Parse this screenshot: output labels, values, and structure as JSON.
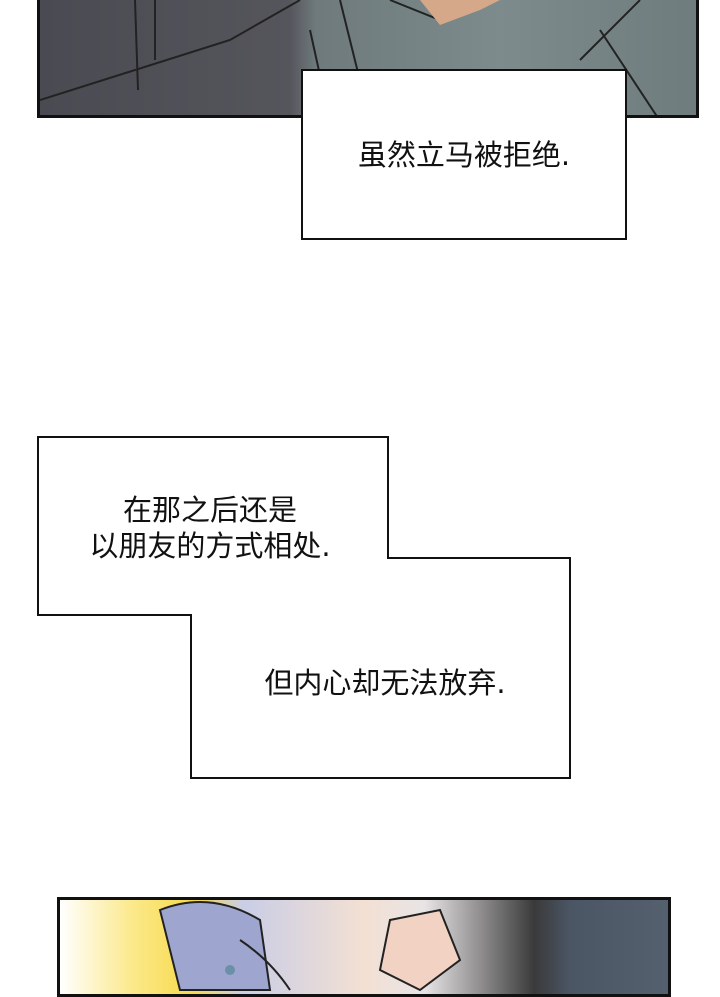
{
  "captions": {
    "first": "虽然立马被拒绝.",
    "second_line1": "在那之后还是",
    "second_line2": "以朋友的方式相处.",
    "third": "但内心却无法放弃."
  }
}
